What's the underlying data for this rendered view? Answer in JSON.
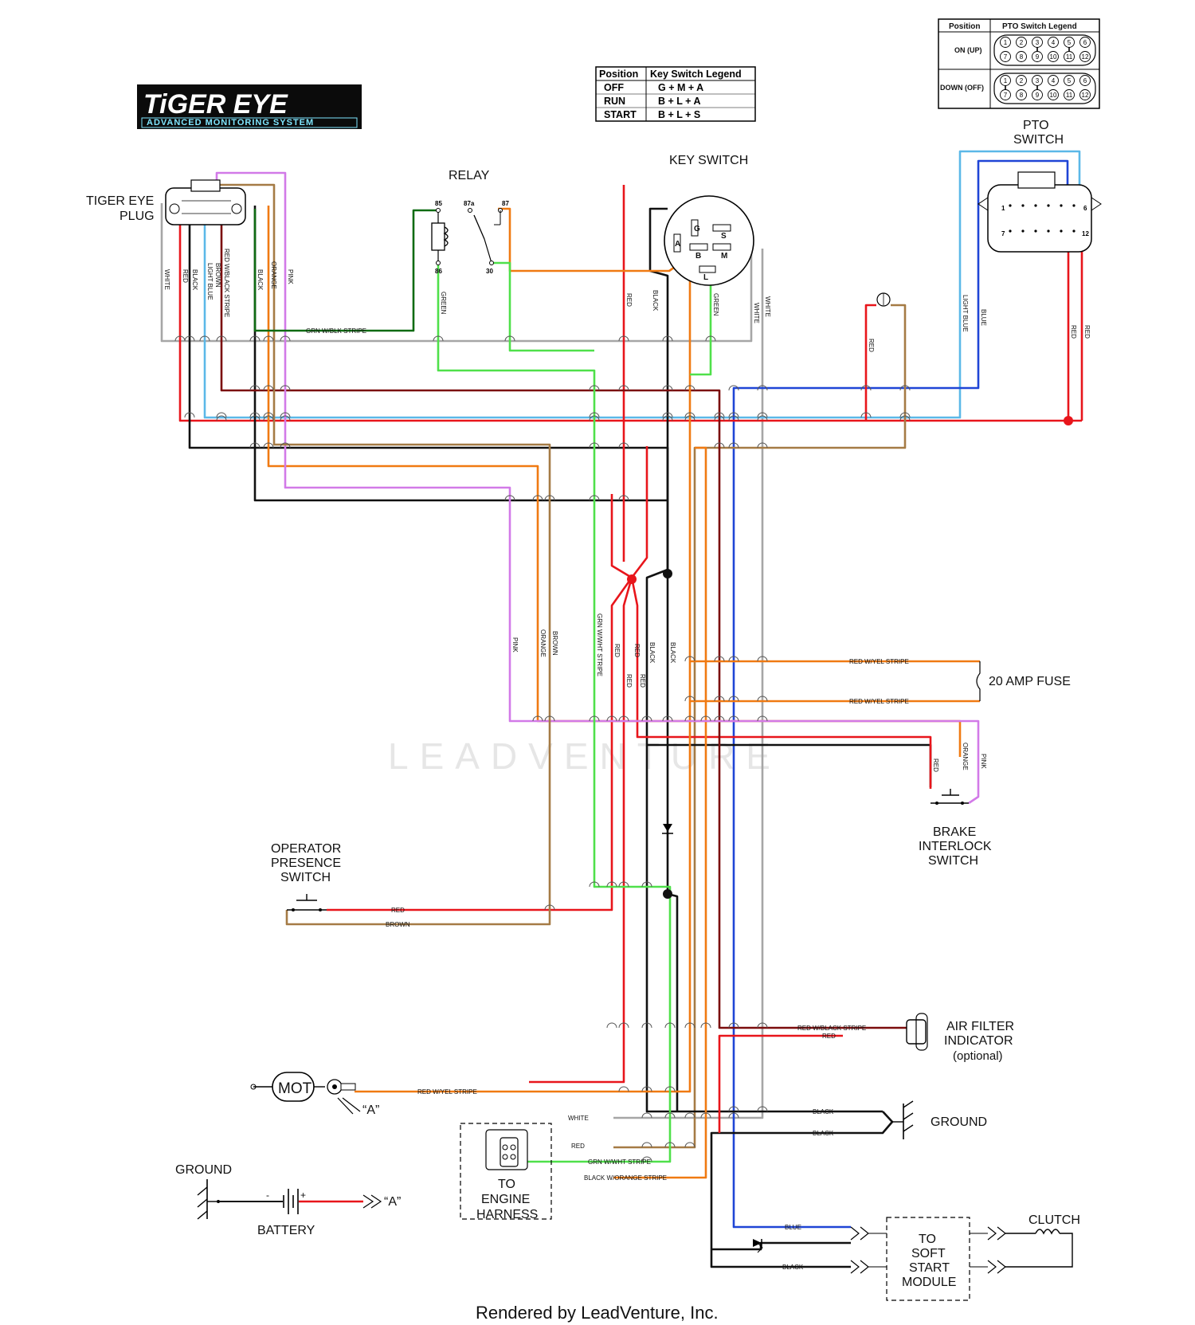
{
  "logo": {
    "title": "TiGER EYE",
    "subtitle": "ADVANCED MONITORING SYSTEM"
  },
  "key_legend": {
    "headers": [
      "Position",
      "Key Switch Legend"
    ],
    "rows": [
      [
        "OFF",
        "G + M + A"
      ],
      [
        "RUN",
        "B + L + A"
      ],
      [
        "START",
        "B + L + S"
      ]
    ]
  },
  "pto_legend": {
    "headers": [
      "Position",
      "PTO Switch Legend"
    ],
    "rows": [
      "ON (UP)",
      "DOWN (OFF)"
    ],
    "pins_top": [
      "1",
      "2",
      "3",
      "4",
      "5",
      "6"
    ],
    "pins_bottom": [
      "7",
      "8",
      "9",
      "10",
      "11",
      "12"
    ]
  },
  "components": {
    "tiger_eye_plug": [
      "TIGER EYE",
      "PLUG"
    ],
    "relay": "RELAY",
    "relay_pins": [
      "85",
      "87a",
      "87",
      "86",
      "30"
    ],
    "key_switch": "KEY SWITCH",
    "key_switch_pins": [
      "G",
      "A",
      "B",
      "L",
      "M",
      "S"
    ],
    "pto_switch": [
      "PTO",
      "SWITCH"
    ],
    "pto_pins": [
      "1",
      "6",
      "7",
      "12"
    ],
    "fuse": "20 AMP FUSE",
    "brake_interlock": [
      "BRAKE",
      "INTERLOCK",
      "SWITCH"
    ],
    "operator_presence": [
      "OPERATOR",
      "PRESENCE",
      "SWITCH"
    ],
    "air_filter": [
      "AIR FILTER",
      "INDICATOR",
      "(optional)"
    ],
    "ground_right": "GROUND",
    "ground_left": "GROUND",
    "battery": "BATTERY",
    "motor": "MOT",
    "motor_ref": "“A”",
    "battery_ref": "“A”",
    "battery_minus": "-",
    "battery_plus": "+",
    "engine_harness": [
      "TO",
      "ENGINE",
      "HARNESS"
    ],
    "soft_start": [
      "TO",
      "SOFT",
      "START",
      "MODULE"
    ],
    "clutch": "CLUTCH"
  },
  "wire_labels": {
    "white": "WHITE",
    "red": "RED",
    "black": "BLACK",
    "light_blue": "LIGHT BLUE",
    "brown": "BROWN",
    "red_black": "RED W/BLACK STRIPE",
    "orange": "ORANGE",
    "pink": "PINK",
    "grn_blk": "GRN W/BLK STRIPE",
    "green": "GREEN",
    "grn_wht": "GRN W/WHT STRIPE",
    "blue": "BLUE",
    "red_yel": "RED W/YEL STRIPE",
    "blk_orange": "BLACK W/ORANGE STRIPE"
  },
  "colors": {
    "red": "#e8151b",
    "black": "#111111",
    "white_wire": "#a6a6a6",
    "light_blue": "#5bb8e8",
    "brown": "#a57b45",
    "dark_red": "#7b0d0d",
    "orange": "#f07a12",
    "pink": "#d27ae8",
    "dark_green": "#0f6b12",
    "green": "#4fe04a",
    "blue": "#1f45d6",
    "logo_bg": "#0b0b0b",
    "logo_accent": "#7fe6ff"
  },
  "watermark": "LEADVENTURE",
  "footer": "Rendered by LeadVenture, Inc."
}
